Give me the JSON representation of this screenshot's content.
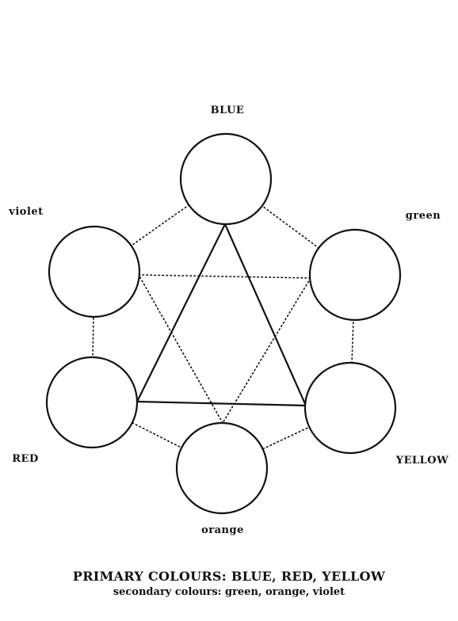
{
  "diagram": {
    "nodes": [
      {
        "id": "blue",
        "label": "BLUE"
      },
      {
        "id": "green",
        "label": "green"
      },
      {
        "id": "yellow",
        "label": "YELLOW"
      },
      {
        "id": "orange",
        "label": "orange"
      },
      {
        "id": "red",
        "label": "RED"
      },
      {
        "id": "violet",
        "label": "violet"
      }
    ],
    "primary_triangle": [
      "blue",
      "yellow",
      "red"
    ],
    "secondary_triangle": [
      "violet",
      "green",
      "orange"
    ],
    "ring_style": "dotted",
    "line_color": "#111111"
  },
  "caption": {
    "primary": "PRIMARY COLOURS: BLUE, RED, YELLOW",
    "secondary": "secondary colours: green, orange, violet"
  }
}
